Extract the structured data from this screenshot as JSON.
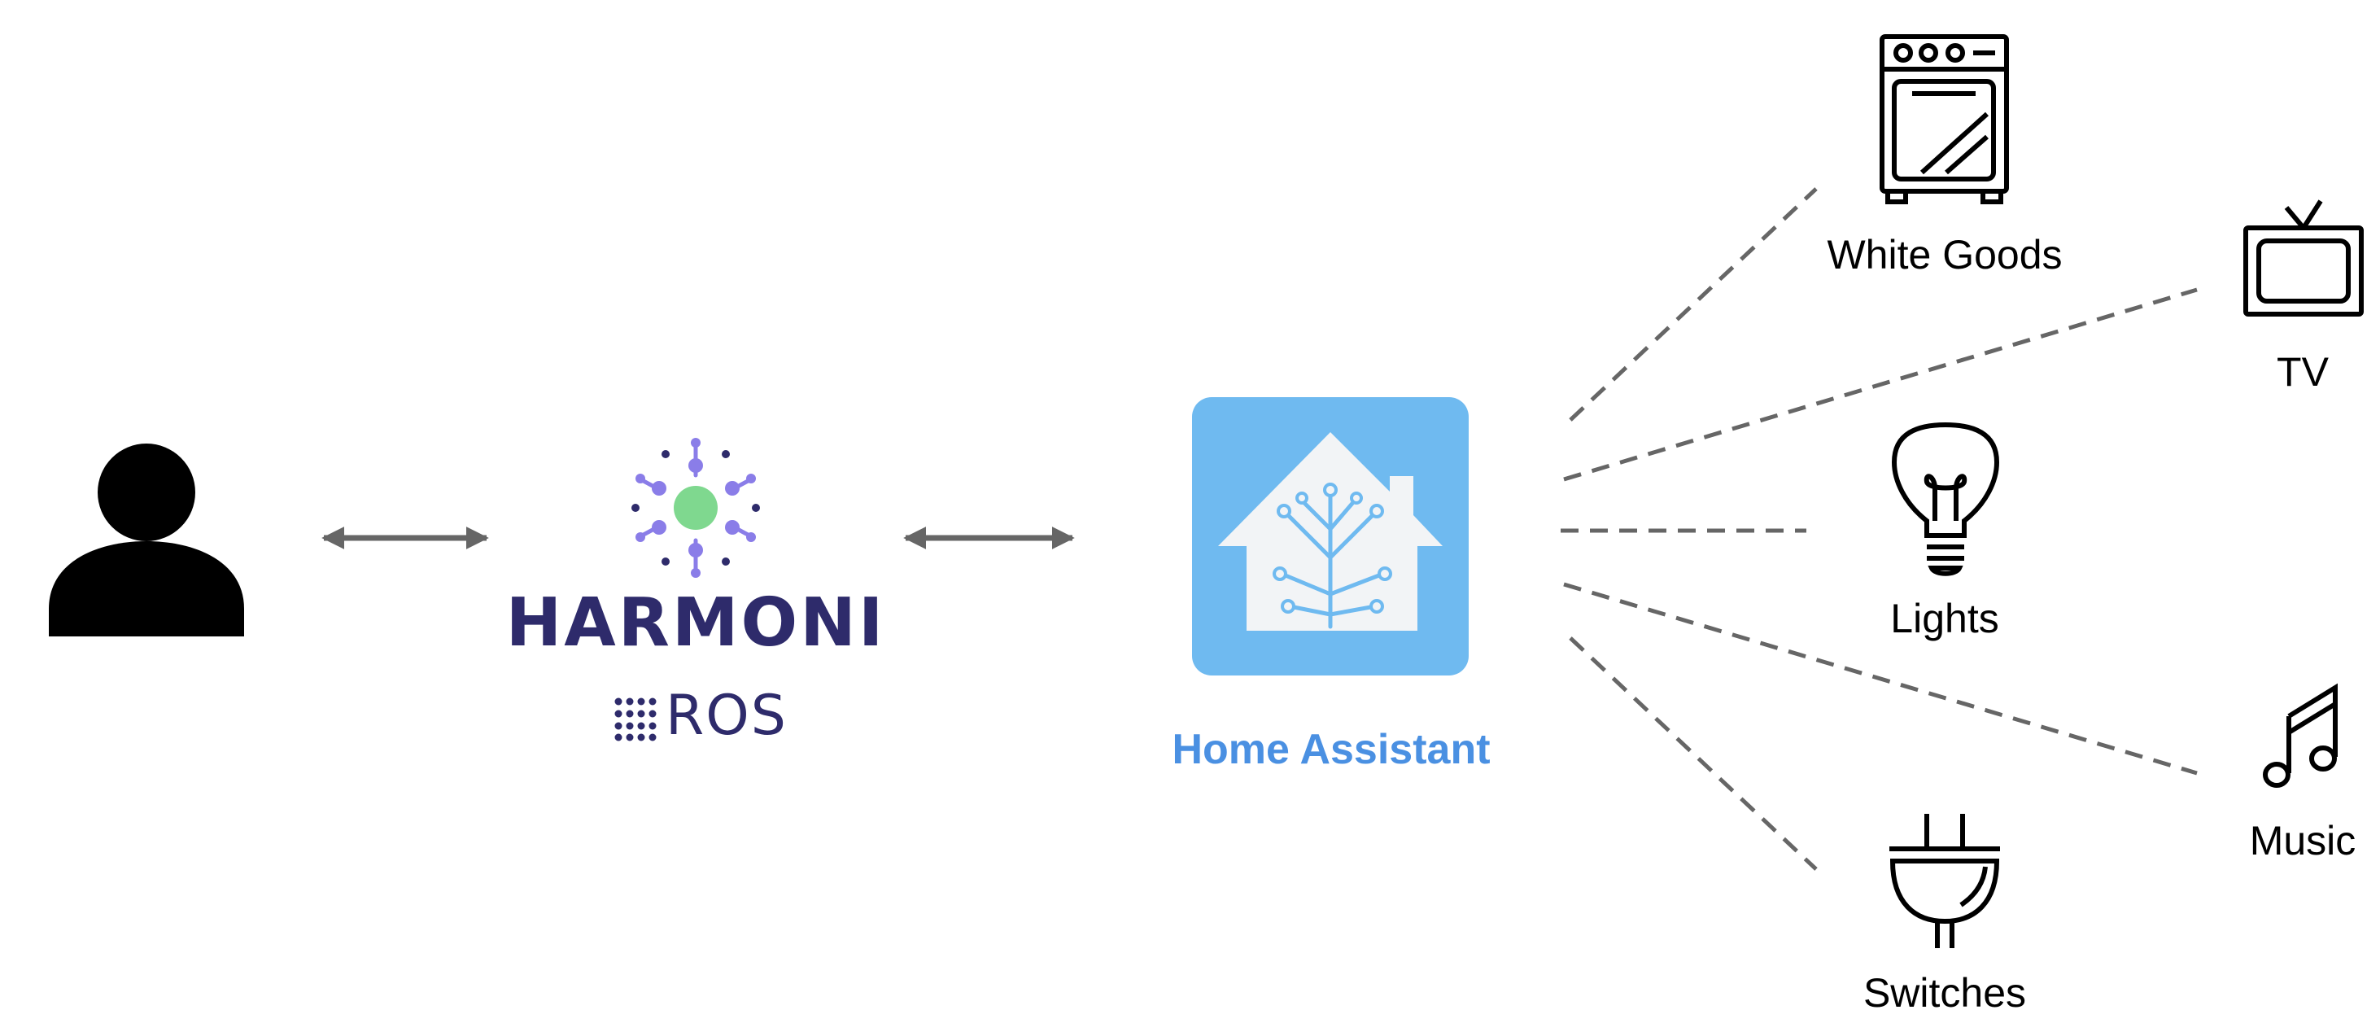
{
  "harmoni": {
    "name": "HARMONI",
    "ros": "ROS"
  },
  "home_assistant": {
    "label": "Home Assistant"
  },
  "devices": [
    {
      "label": "White Goods",
      "icon": "oven-icon"
    },
    {
      "label": "TV",
      "icon": "tv-icon"
    },
    {
      "label": "Lights",
      "icon": "lightbulb-icon"
    },
    {
      "label": "Music",
      "icon": "music-note-icon"
    },
    {
      "label": "Switches",
      "icon": "plug-icon"
    }
  ],
  "colors": {
    "harmoni_navy": "#2e2b6b",
    "harmoni_purple": "#8a7de8",
    "harmoni_green": "#7fd88f",
    "home_assistant_blue": "#6fbaf0",
    "home_assistant_label": "#4a90e2",
    "arrow_gray": "#666666",
    "dash_gray": "#666666"
  }
}
